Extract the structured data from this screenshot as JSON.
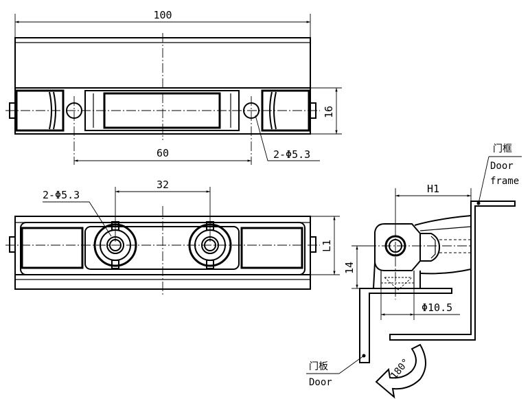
{
  "top_view": {
    "overall_width": "100",
    "hole_spacing": "60",
    "height": "16",
    "holes": "2-Φ5.3"
  },
  "front_view": {
    "hole_spacing": "32",
    "holes": "2-Φ5.3",
    "length": "L1"
  },
  "side_view": {
    "offset": "H1",
    "height": "14",
    "diameter": "Φ10.5",
    "frame_cn": "门框",
    "frame_en": "Door\nframe",
    "frame_en_line1": "Door",
    "frame_en_line2": "frame",
    "door_cn": "门板",
    "door_en": "Door",
    "angle": "180°"
  }
}
